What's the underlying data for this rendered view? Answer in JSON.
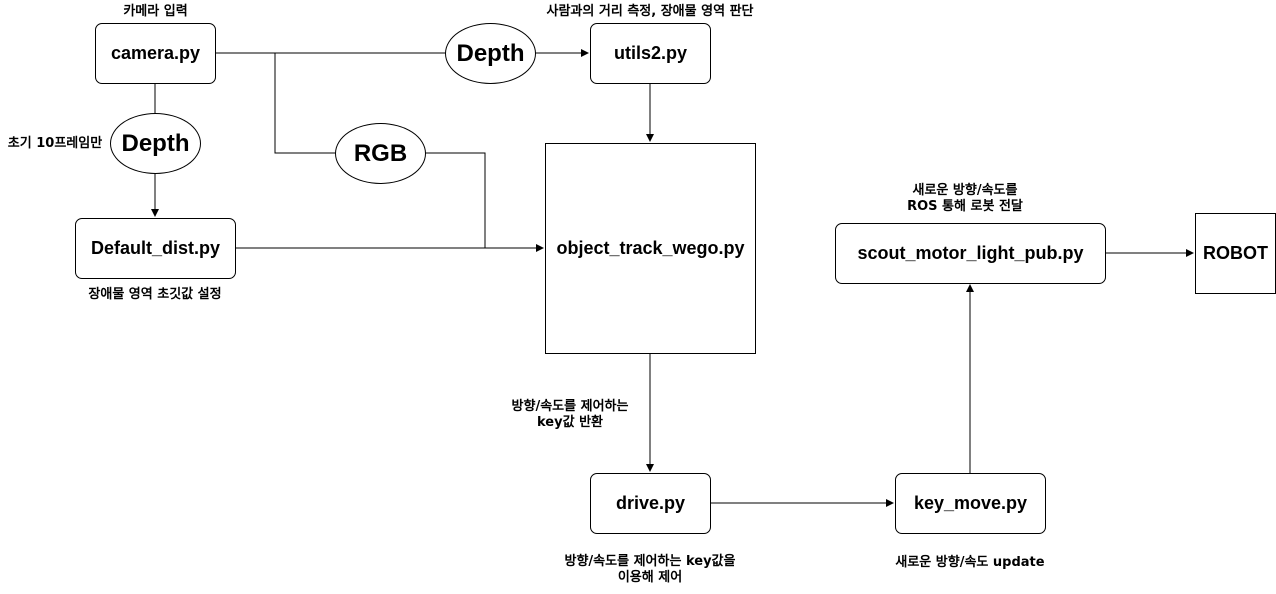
{
  "nodes": {
    "camera": "camera.py",
    "utils2": "utils2.py",
    "object_track": "object_track_wego.py",
    "default_dist": "Default_dist.py",
    "scout_motor": "scout_motor_light_pub.py",
    "robot": "ROBOT",
    "drive": "drive.py",
    "key_move": "key_move.py"
  },
  "ellipses": {
    "depth_top": "Depth",
    "depth_left": "Depth",
    "rgb": "RGB"
  },
  "notes": {
    "camera_input": "카메라 입력",
    "utils2_desc": "사람과의 거리 측정, 장애물 영역 판단",
    "initial_frames": "초기 10프레임만",
    "default_dist_desc": "장애물 영역 초깃값 설정",
    "scout_line1": "새로운 방향/속도를",
    "scout_line2": "ROS 통해 로봇 전달",
    "track_out_line1": "방향/속도를 제어하는",
    "track_out_line2": "key값 반환",
    "drive_line1": "방향/속도를 제어하는 key값을",
    "drive_line2": "이용해 제어",
    "key_move_desc": "새로운 방향/속도 update"
  }
}
